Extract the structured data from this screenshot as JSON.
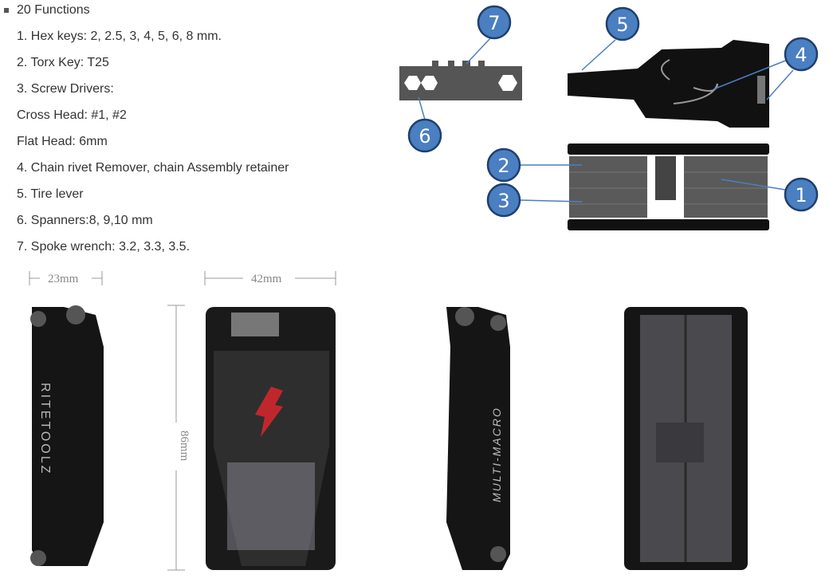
{
  "functions": {
    "heading": "20 Functions",
    "items": [
      "1. Hex keys: 2, 2.5, 3, 4, 5, 6, 8 mm.",
      "2. Torx Key: T25",
      "3. Screw Drivers:",
      "Cross Head: #1, #2",
      "Flat Head: 6mm",
      "4. Chain rivet Remover, chain Assembly retainer",
      "5. Tire lever",
      "6. Spanners:8, 9,10 mm",
      "7. Spoke wrench: 3.2, 3.3, 3.5."
    ]
  },
  "callouts": [
    "1",
    "2",
    "3",
    "4",
    "5",
    "6",
    "7"
  ],
  "dimensions": {
    "thickness": "23mm",
    "width": "42mm",
    "height": "86mm"
  },
  "branding": {
    "side_left": "RITETOOLZ",
    "side_right": "MULTI-MACRO"
  },
  "colors": {
    "callout_fill": "#4a7fc1",
    "accent_red": "#c0272d",
    "tool_body": "#111111"
  }
}
